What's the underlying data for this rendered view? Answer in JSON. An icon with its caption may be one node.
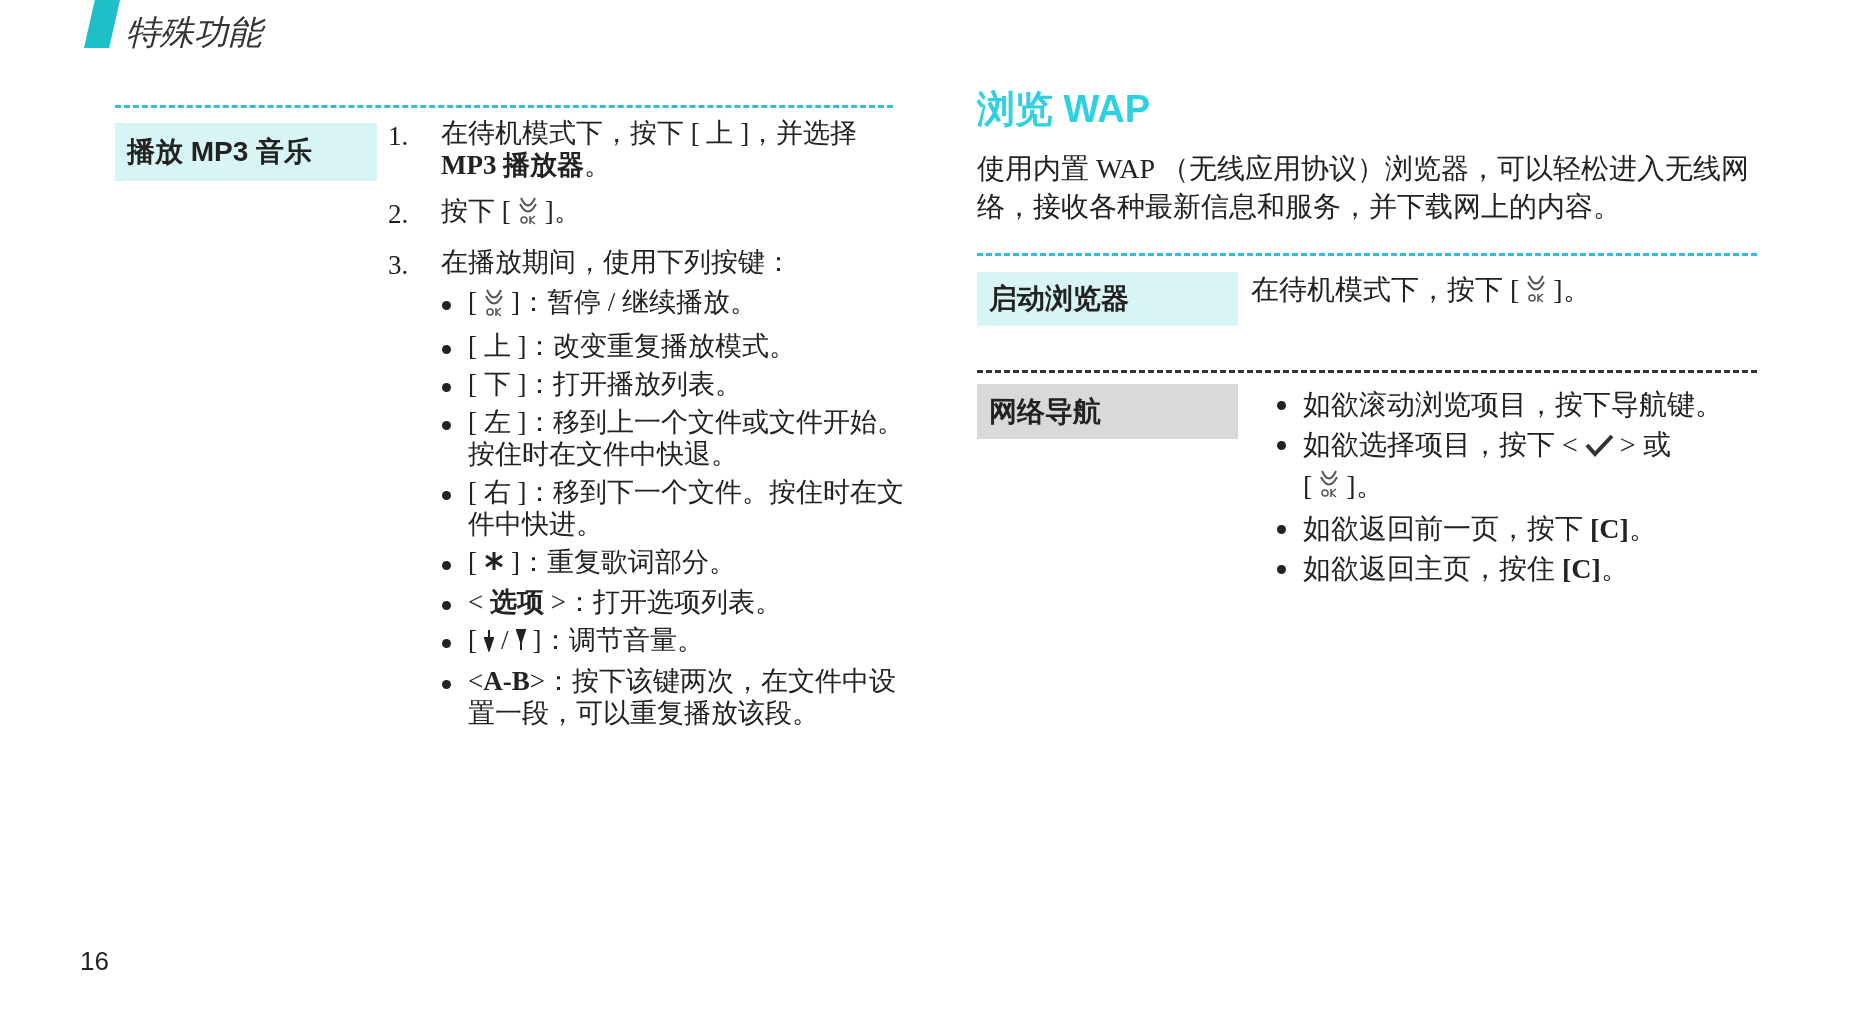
{
  "diagram": {
    "title": "特殊功能",
    "nodes": [
      {
        "text": [
          "播放 MP3 音乐"
        ]
      },
      {
        "text": [
          "启动浏览器"
        ]
      },
      {
        "text": [
          "网络导航"
        ]
      }
    ],
    "labels": [
      "1.",
      "在待机模式下，按下 [ 上 ]，并选择 **MP3 播放器**。",
      "2.",
      "按下 [",
      "]。",
      "3.",
      "在播放期间，使用下列按键：",
      "[",
      "]：暂停 / 继续播放。",
      "[ 上 ]：改变重复播放模式。",
      "[ 下 ]：打开播放列表。",
      "[ 左 ]：移到上一个文件或文件开始。按住时在文件中快退。",
      "[ 右 ]：移到下一个文件。按住时在文件中快进。",
      "[",
      "]：重复歌词部分。",
      "< **选项** >：打开选项列表。",
      "[",
      "/",
      "]：调节音量。",
      "<**A-B**>：按下该键两次，在文件中设置一段，可以重复播放该段。",
      "浏览 WAP",
      "使用内置 WAP （无线应用协议）浏览器，可以轻松进入无线网络，接收各种最新信息和服务，并下载网上的内容。",
      "在待机模式下，按下 [",
      "]。",
      "如欲滚动浏览项目，按下导航键。",
      "如欲选择项目，按下 <",
      "> 或",
      "[",
      "]。",
      "如欲返回前一页，按下 **[C]**。",
      "如欲返回主页，按住 **[C]**。",
      "16"
    ]
  }
}
